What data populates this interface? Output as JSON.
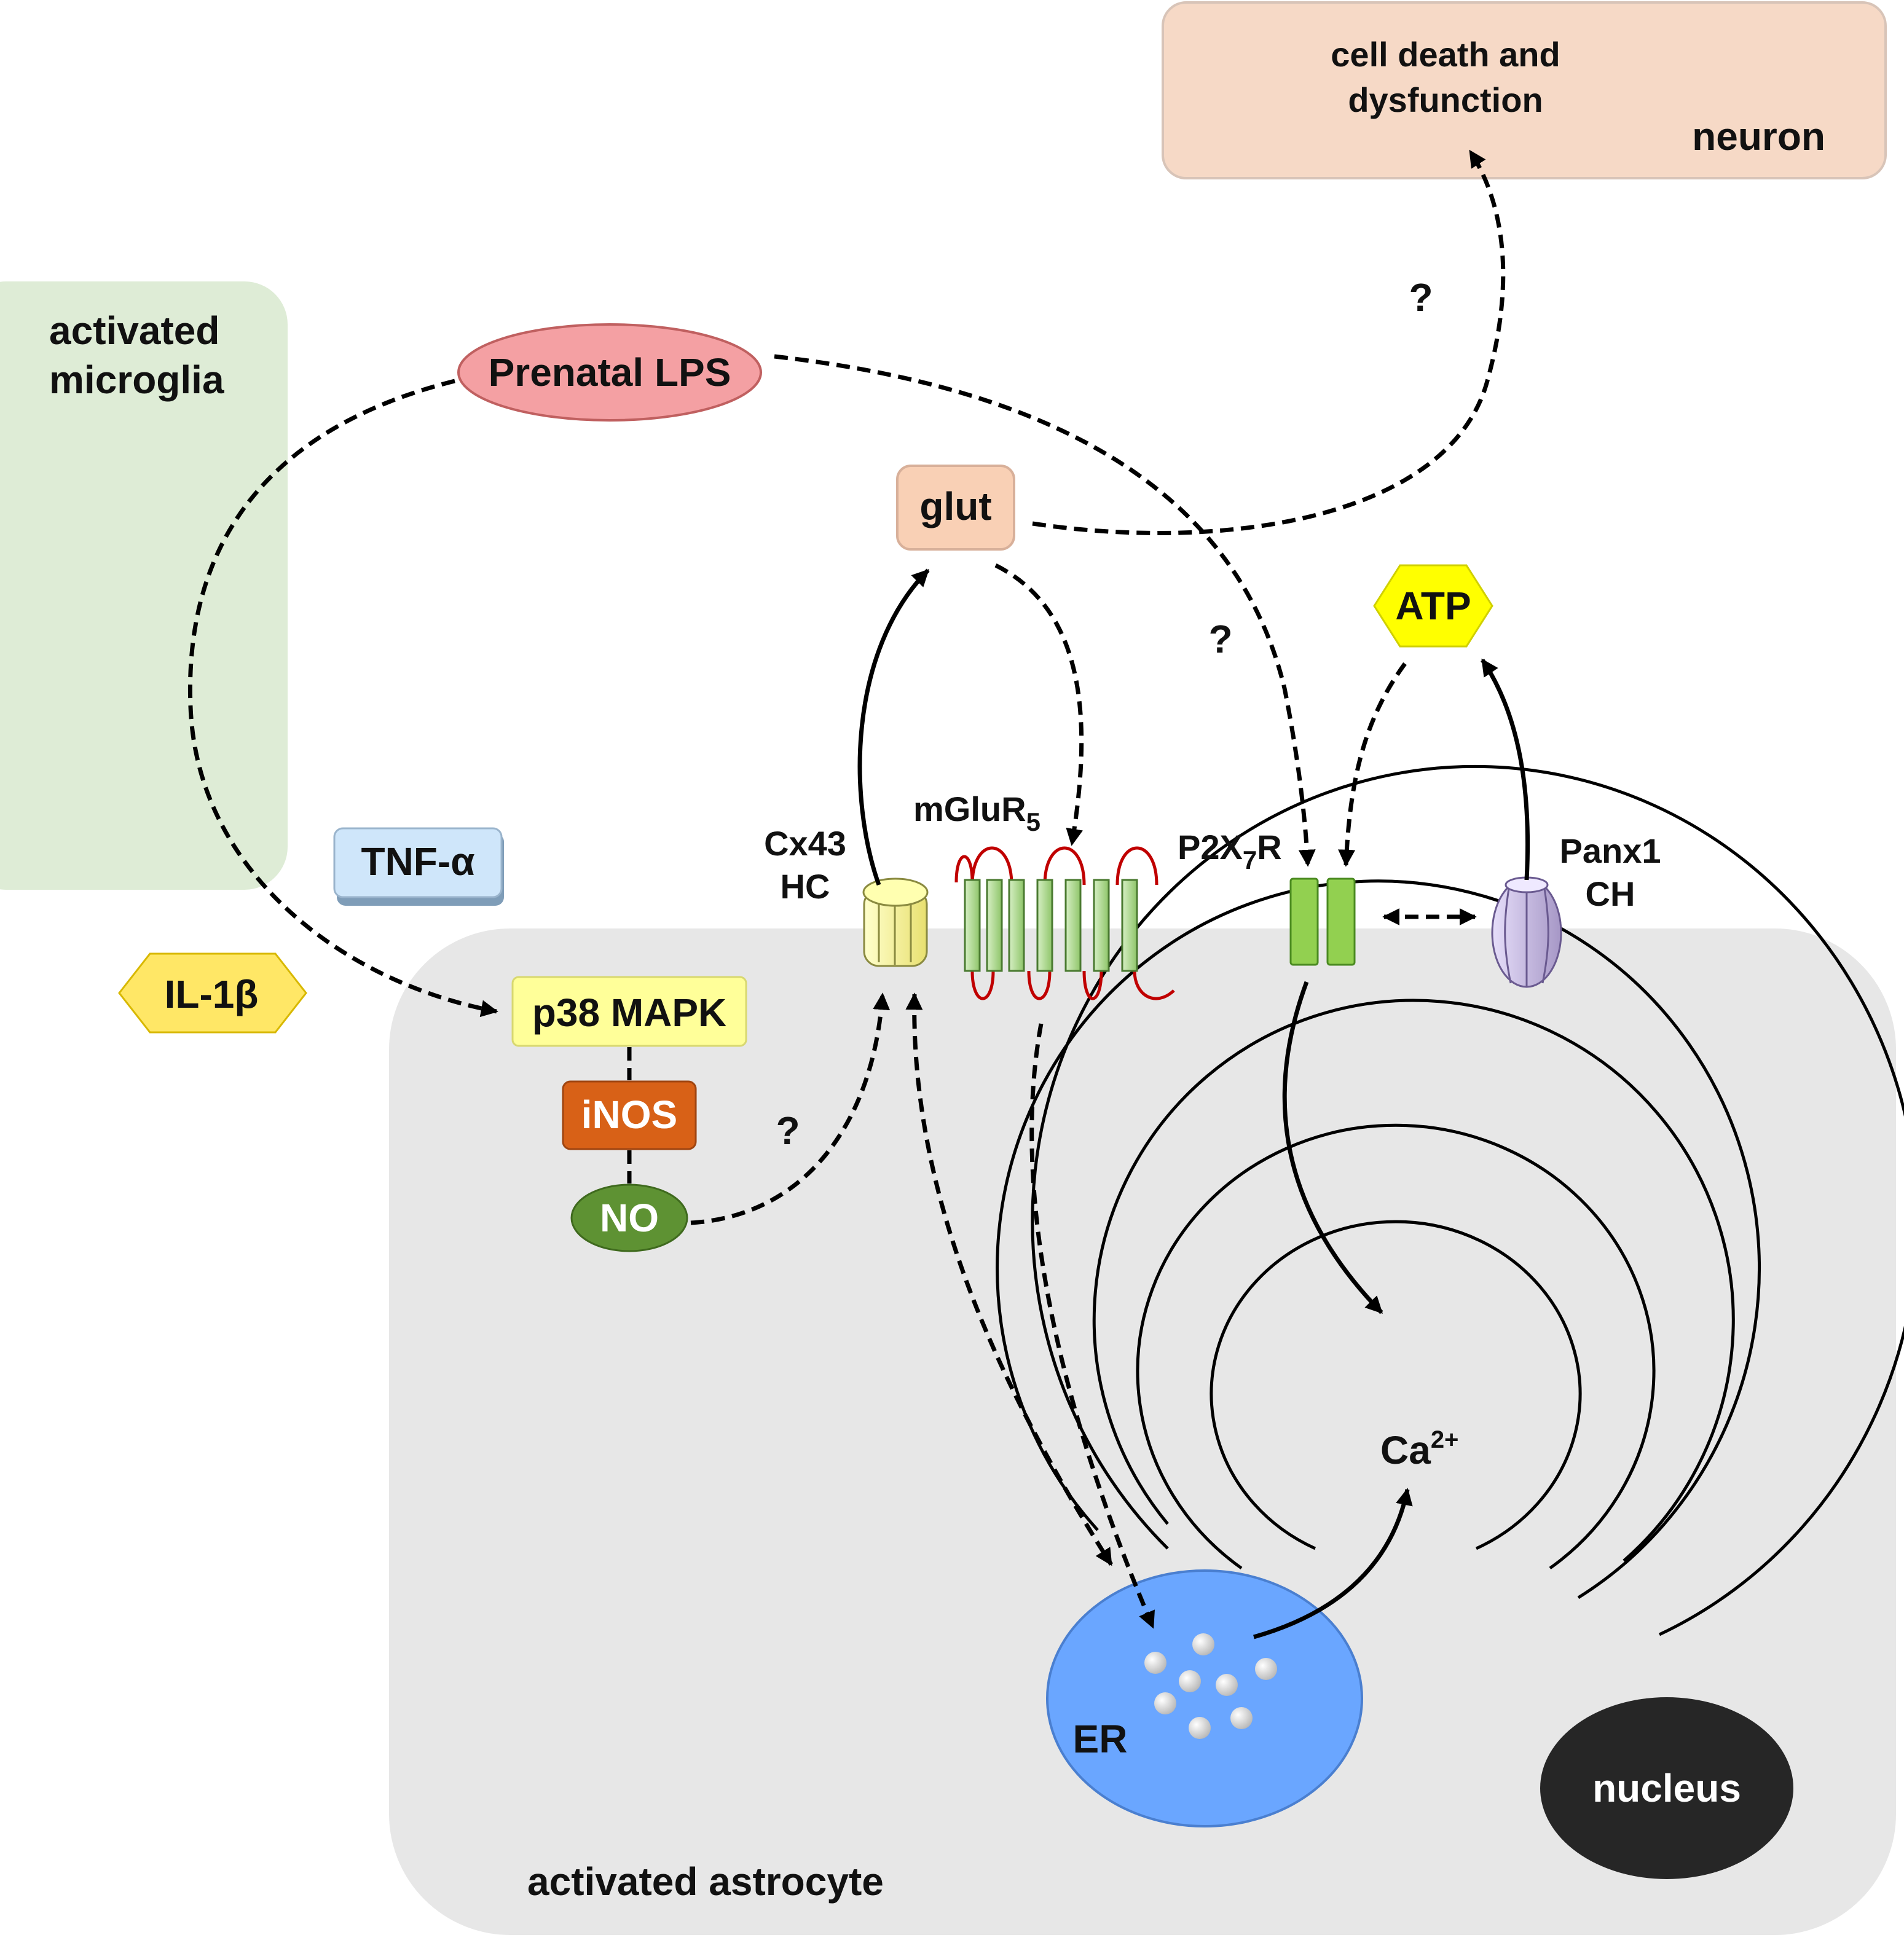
{
  "colors": {
    "neuron": "#f6d9c6",
    "microglia": "#deecd6",
    "astrocyte": "#e7e7e7",
    "lps": "#f4a0a3",
    "glut": "#f9d0b5",
    "atp": "#ffff00",
    "tnf": "#cfe6fa",
    "il1b": "#ffe766",
    "p38": "#ffff99",
    "inos": "#d86117",
    "no": "#5e9233",
    "er": "#6aa6ff",
    "nucleus": "#262626",
    "cx43": "#ffff99",
    "mglur": "#b7dba0",
    "mglur_loop": "#c00000",
    "p2x7": "#92d050",
    "panx1": "#ccc0e0"
  },
  "cells": {
    "neuron": {
      "label": "neuron",
      "effect_line1": "cell death and",
      "effect_line2": "dysfunction"
    },
    "microglia": {
      "line1": "activated",
      "line2": "microglia"
    },
    "astrocyte": {
      "label": "activated astrocyte"
    }
  },
  "nodes": {
    "prenatal_lps": "Prenatal LPS",
    "glut": "glut",
    "atp": "ATP",
    "tnf": "TNF-α",
    "il1b": "IL-1β",
    "p38": "p38 MAPK",
    "inos": "iNOS",
    "no": "NO",
    "er": "ER",
    "nucleus": "nucleus",
    "calcium": {
      "base": "Ca",
      "sup": "2+"
    }
  },
  "channels": {
    "cx43": {
      "line1": "Cx43",
      "line2": "HC"
    },
    "mglur5": {
      "base": "mGluR",
      "sub": "5"
    },
    "p2x7r": {
      "pre": "P2X",
      "sub": "7",
      "post": "R"
    },
    "panx1": {
      "line1": "Panx1",
      "line2": "CH"
    }
  },
  "question_mark": "?",
  "icons": {
    "cx43": "hemichannel-icon",
    "mglur5": "seven-transmembrane-receptor-icon",
    "p2x7r": "ion-channel-icon",
    "panx1": "pannexin-channel-icon",
    "er_vesicles": "calcium-store-dots"
  }
}
